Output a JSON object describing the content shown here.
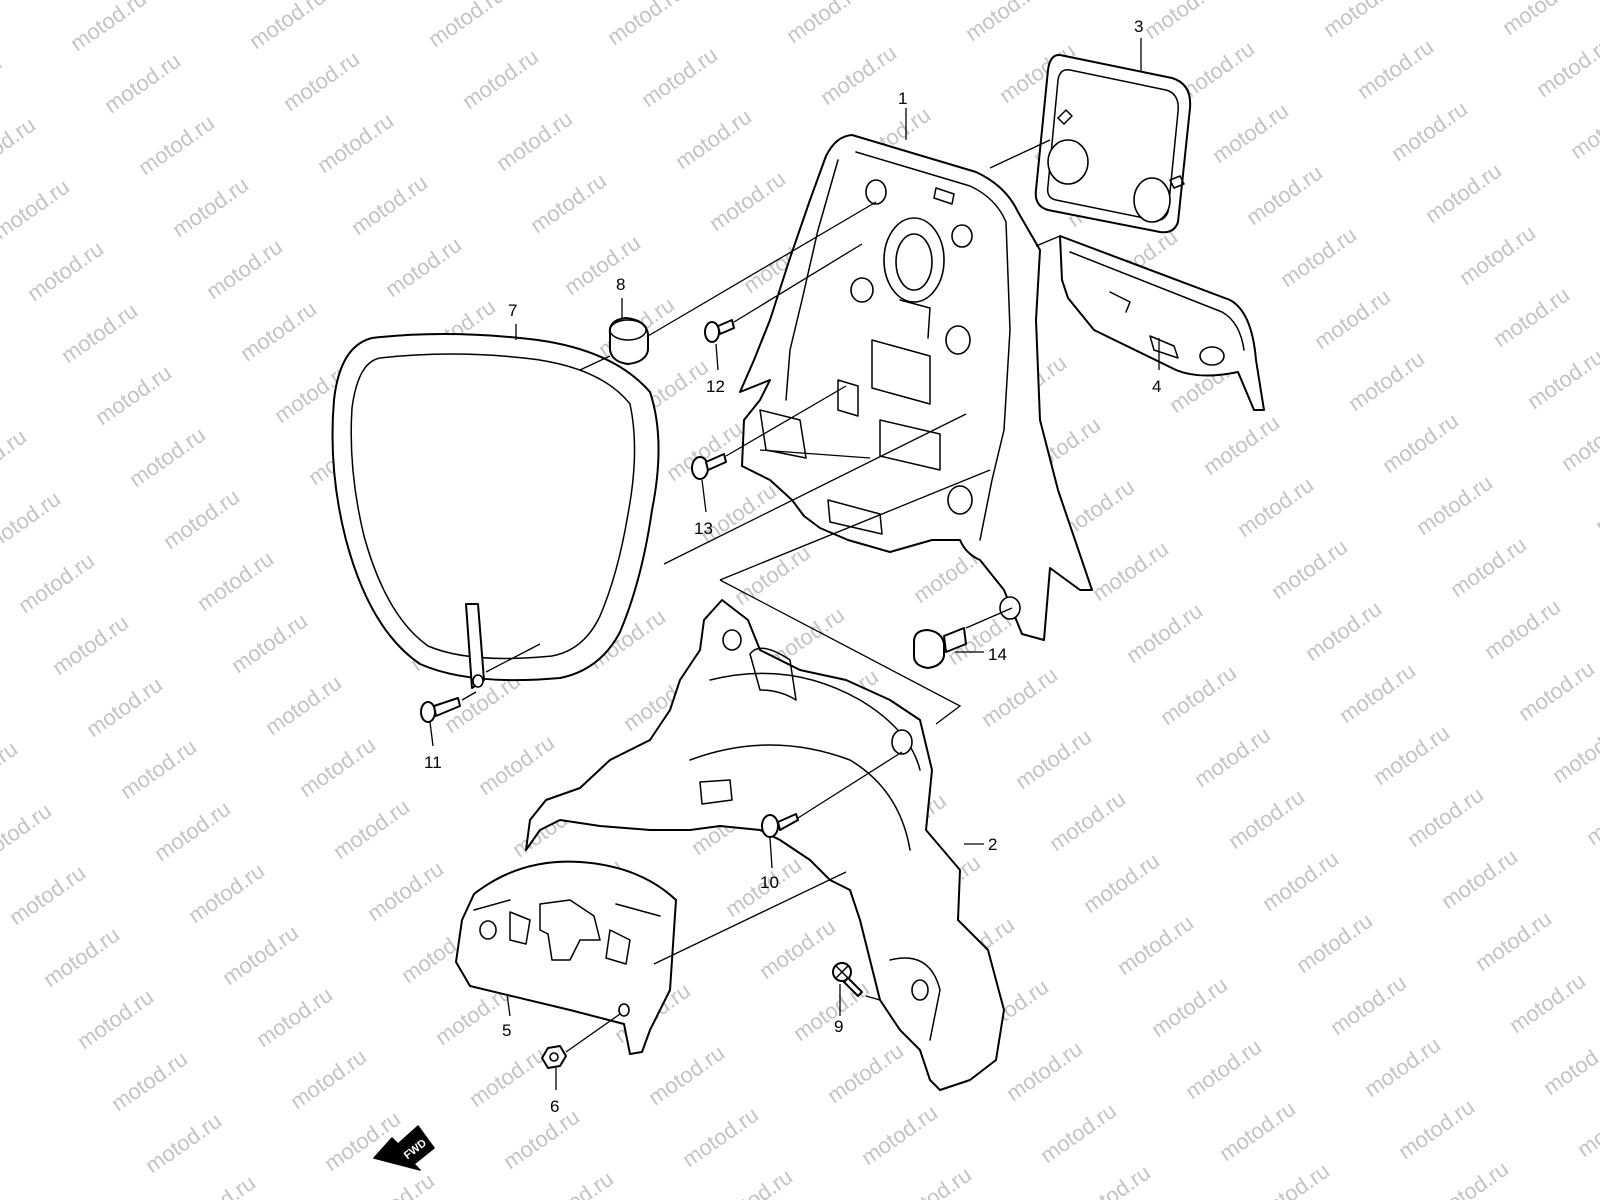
{
  "watermark": {
    "text": "motod.ru"
  },
  "callouts": [
    {
      "id": "1",
      "label": "1"
    },
    {
      "id": "2",
      "label": "2"
    },
    {
      "id": "3",
      "label": "3"
    },
    {
      "id": "4",
      "label": "4"
    },
    {
      "id": "5",
      "label": "5"
    },
    {
      "id": "6",
      "label": "6"
    },
    {
      "id": "7",
      "label": "7"
    },
    {
      "id": "8",
      "label": "8"
    },
    {
      "id": "9",
      "label": "9"
    },
    {
      "id": "10",
      "label": "10"
    },
    {
      "id": "11",
      "label": "11"
    },
    {
      "id": "12",
      "label": "12"
    },
    {
      "id": "13",
      "label": "13"
    },
    {
      "id": "14",
      "label": "14"
    }
  ],
  "fwd_badge": {
    "label": "FWD"
  },
  "colors": {
    "line": "#000000",
    "background": "#ffffff",
    "watermark": "#c4c4c4"
  }
}
